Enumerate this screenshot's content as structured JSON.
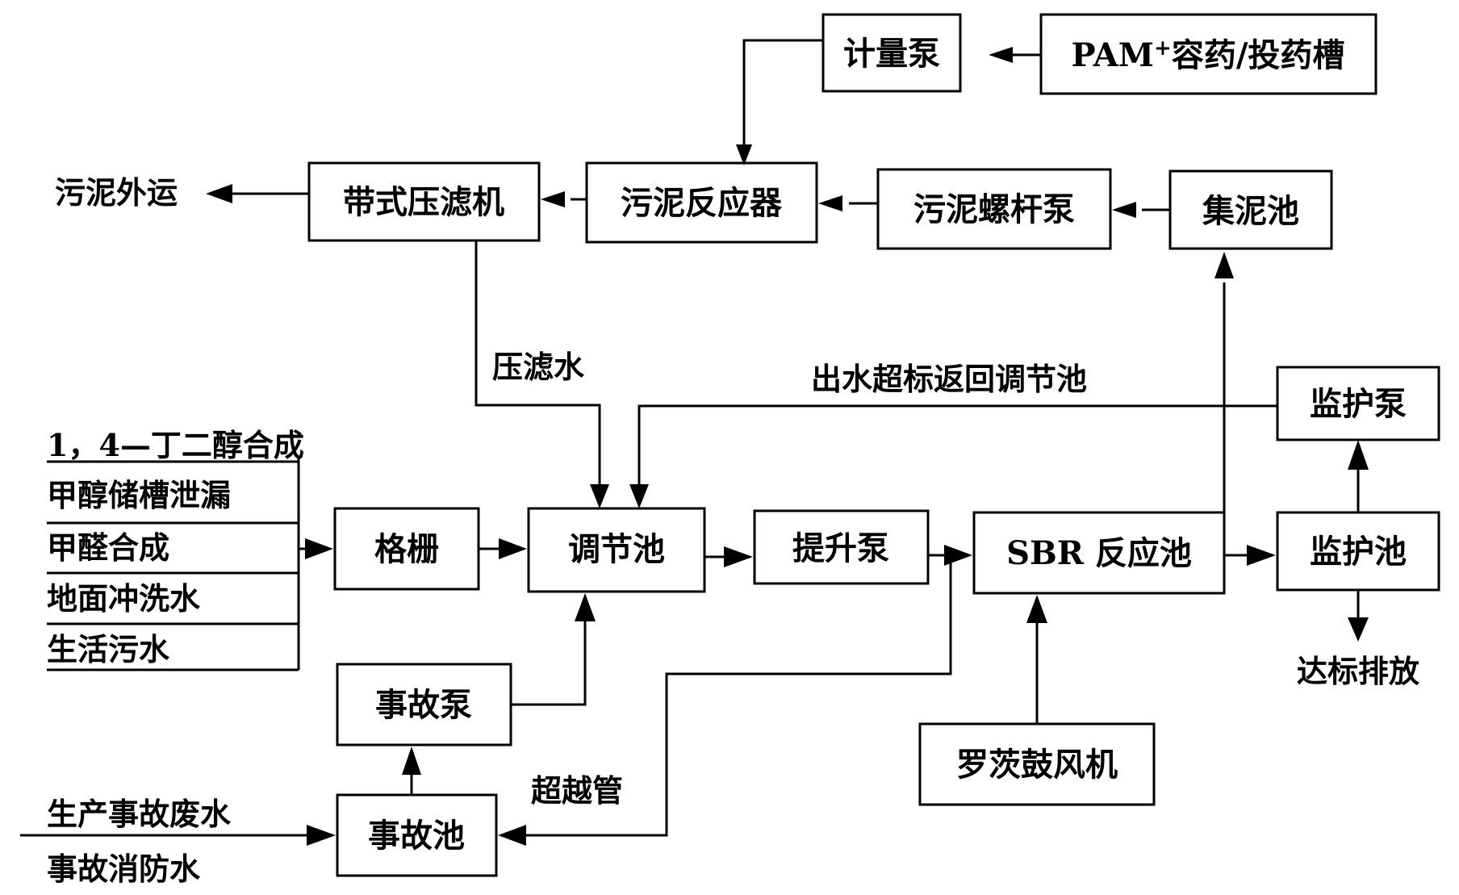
{
  "diagram": {
    "boxes": {
      "metering_pump": "计量泵",
      "pam_tank_pre": "PAM",
      "pam_tank_sup": "+",
      "pam_tank_post": "容药/投药槽",
      "belt_filter_press": "带式压滤机",
      "sludge_reactor": "污泥反应器",
      "sludge_screw_pump": "污泥螺杆泵",
      "sludge_collection_tank": "集泥池",
      "monitor_pump": "监护泵",
      "grille": "格栅",
      "regulating_tank": "调节池",
      "lift_pump": "提升泵",
      "sbr_reactor": "SBR 反应池",
      "monitor_tank": "监护池",
      "accident_pump": "事故泵",
      "accident_tank": "事故池",
      "roots_blower": "罗茨鼓风机"
    },
    "labels": {
      "sludge_out": "污泥外运",
      "filtrate": "压滤水",
      "return_to_regulating": "出水超标返回调节池",
      "discharge": "达标排放",
      "bypass_pipe": "超越管"
    },
    "sources": [
      "1，4—丁二醇合成",
      "甲醇储槽泄漏",
      "甲醛合成",
      "地面冲洗水",
      "生活污水"
    ],
    "accident_sources": [
      "生产事故废水",
      "事故消防水"
    ]
  }
}
